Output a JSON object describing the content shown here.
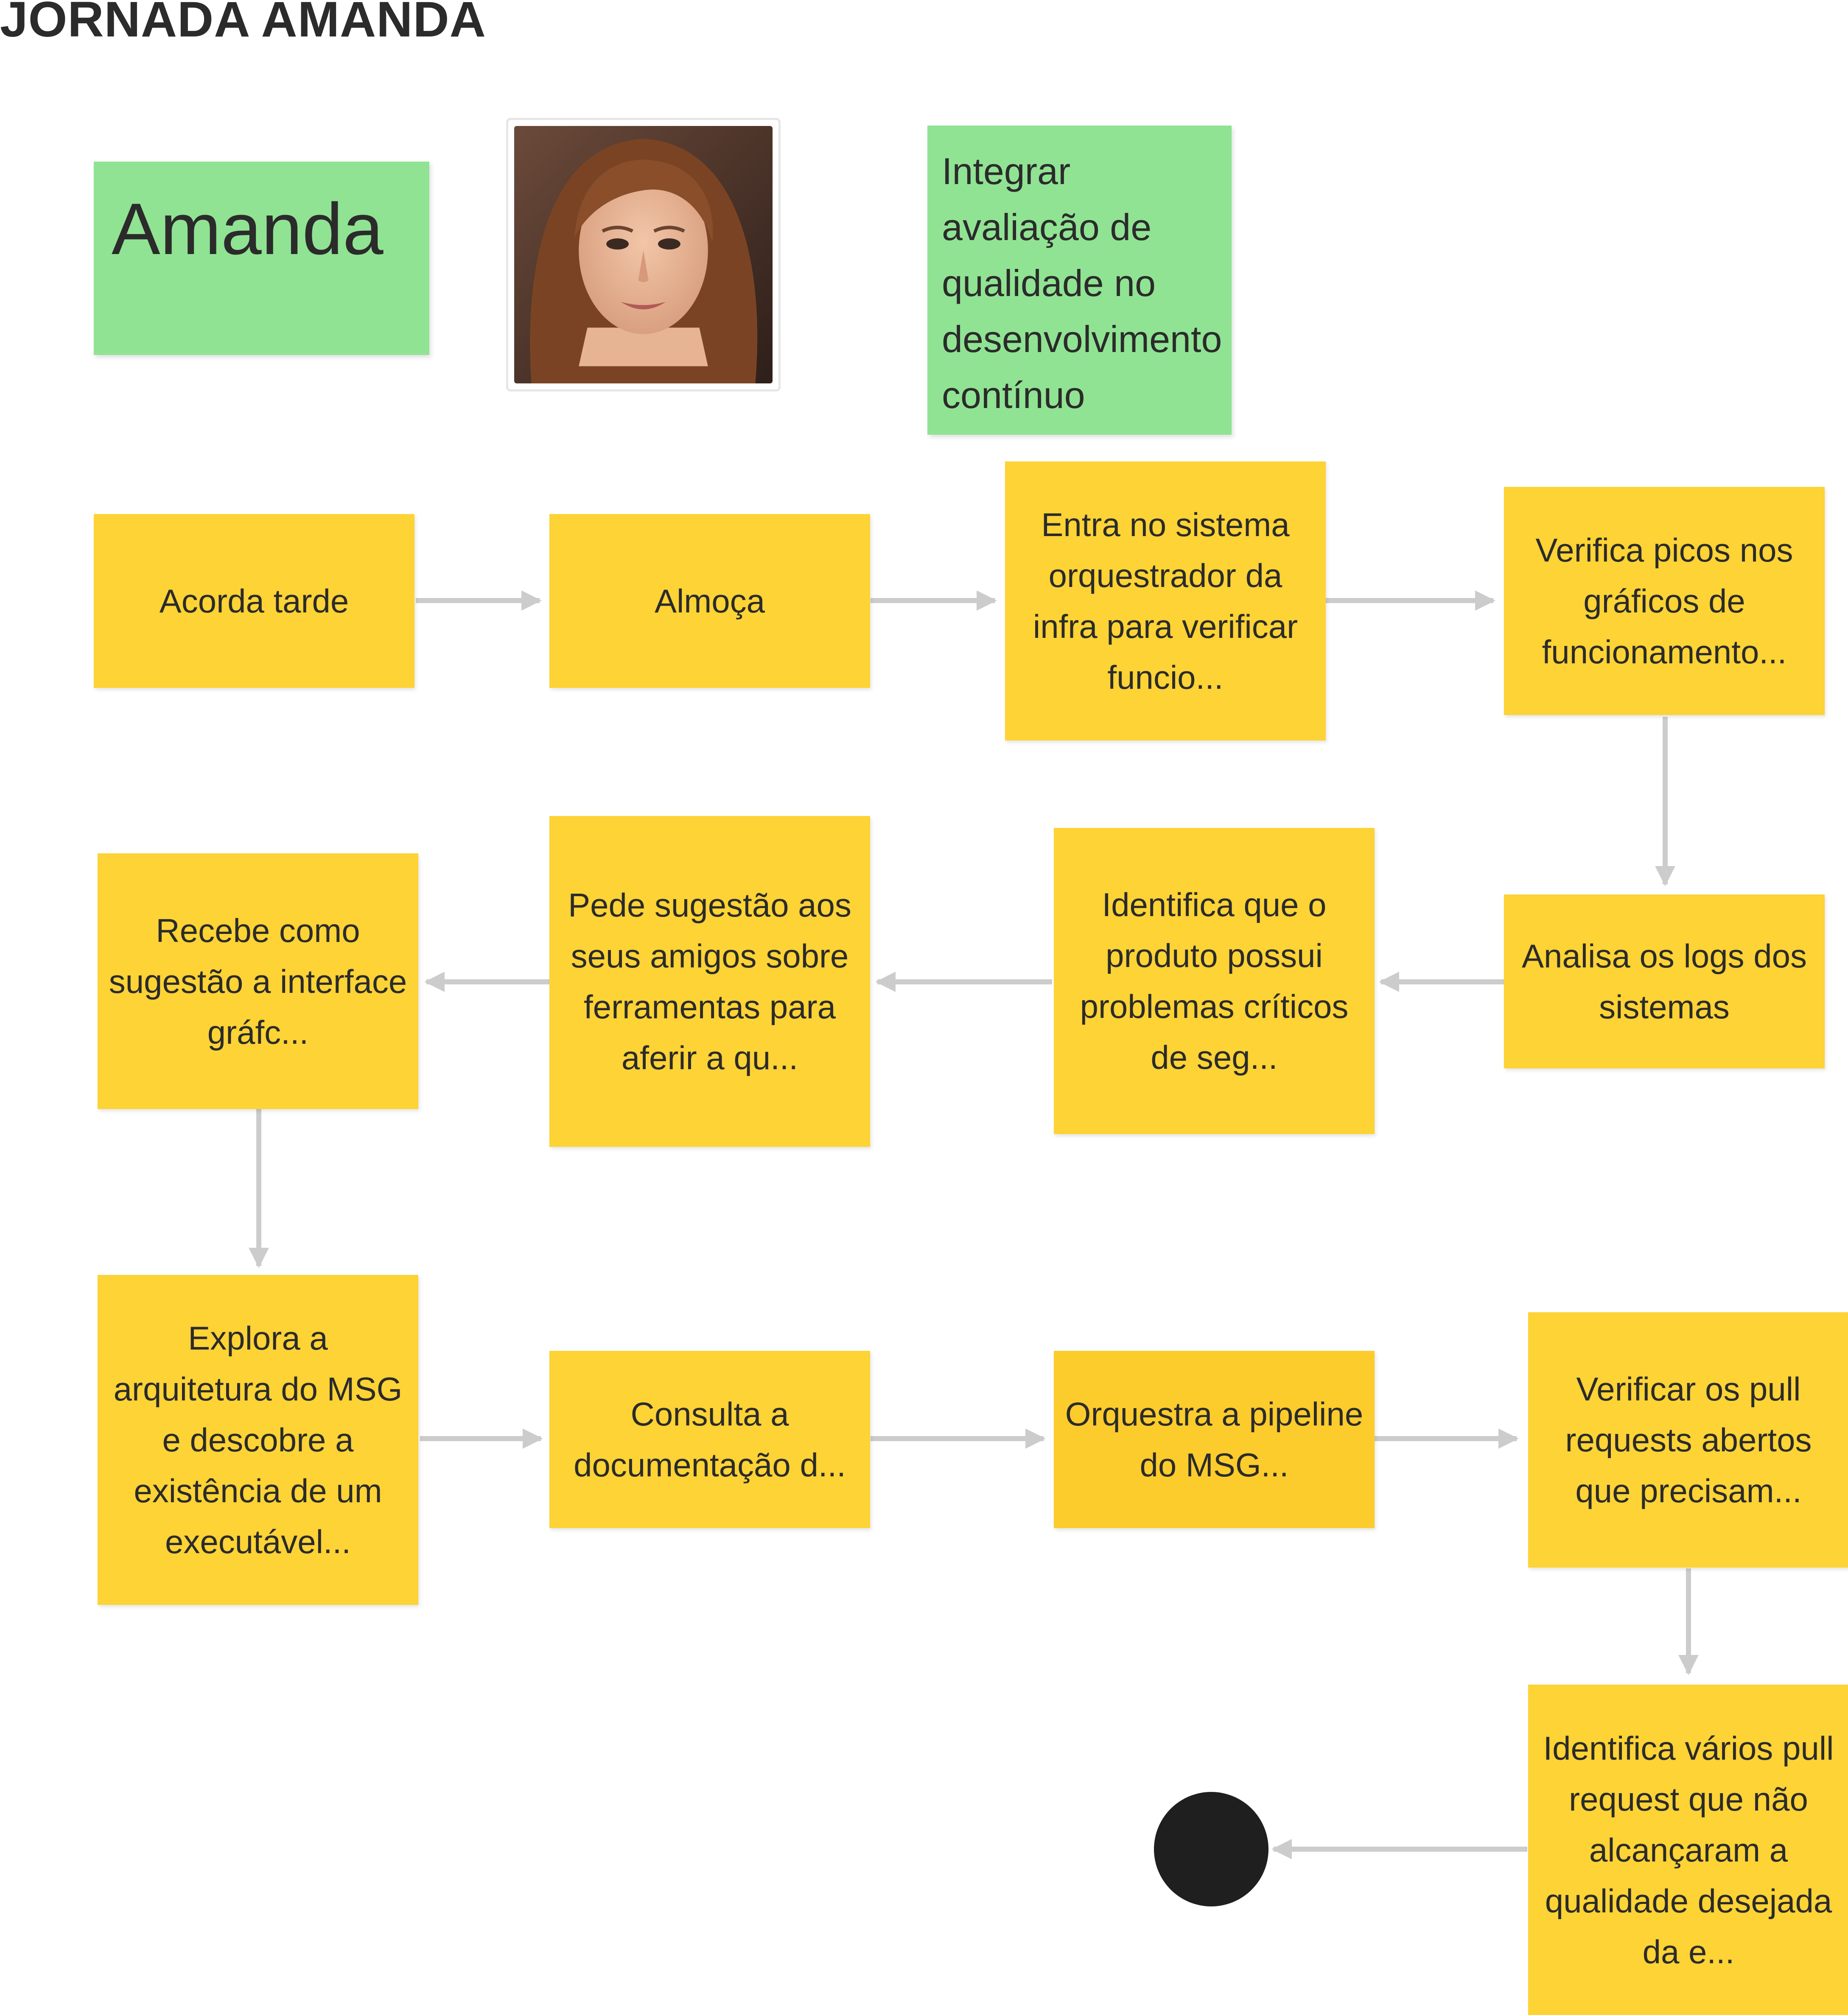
{
  "title": "JORNADA AMANDA",
  "persona": {
    "name": "Amanda",
    "goal": "Integrar avaliação de qualidade no desenvolvimento contínuo"
  },
  "steps": [
    "Acorda tarde",
    "Almoça",
    "Entra no sistema orquestrador da infra para verificar funcio...",
    "Verifica picos nos gráficos de funcionamento...",
    "Analisa os logs dos sistemas",
    "Identifica que o produto possui problemas críticos de seg...",
    "Pede sugestão aos seus amigos sobre ferramentas para aferir a qu...",
    "Recebe como sugestão a interface gráfc...",
    "Explora a arquitetura do MSG e descobre a existência de um executável...",
    "Consulta a documentação d...",
    "Orquestra a pipeline do MSG...",
    "Verificar os pull requests abertos que precisam...",
    "Identifica vários pull request que não alcançaram a qualidade desejada da e..."
  ],
  "colors": {
    "note_yellow": "#fdd335",
    "persona_green": "#90e393",
    "connector": "#cccccc",
    "end_marker": "#1f1f1f"
  }
}
